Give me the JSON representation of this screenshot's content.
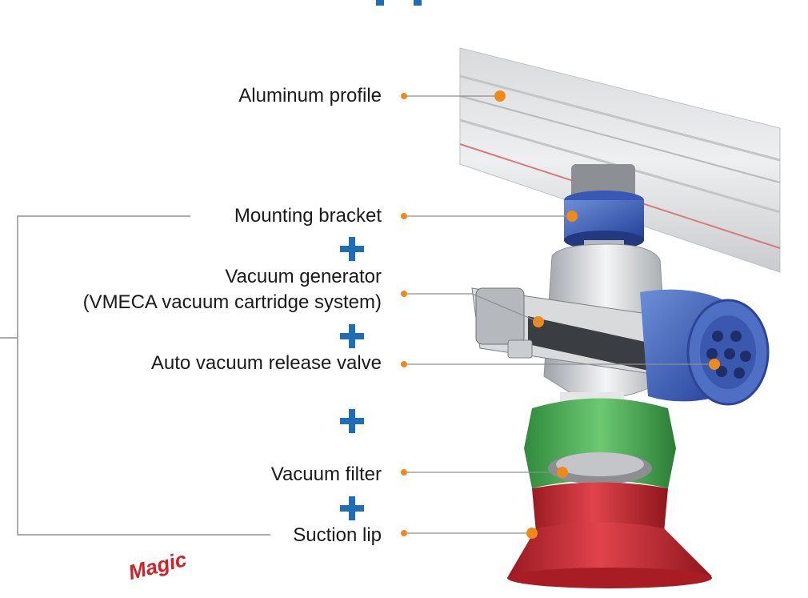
{
  "labels": {
    "aluminum_profile": "Aluminum profile",
    "mounting_bracket": "Mounting bracket",
    "vacuum_generator_line1": "Vacuum generator",
    "vacuum_generator_line2": "(VMECA vacuum cartridge system)",
    "auto_release_valve": "Auto vacuum release valve",
    "vacuum_filter": "Vacuum filter",
    "suction_lip": "Suction lip"
  },
  "brand_text": "Magic",
  "colors": {
    "accent_blue": "#1f6db5",
    "callout_orange": "#ef8a1a",
    "brand_red": "#d71f26",
    "cup_red": "#c8232c",
    "cup_green": "#3fa34d"
  },
  "icons": [
    "plus-icon",
    "plus-icon",
    "plus-icon",
    "plus-icon"
  ]
}
